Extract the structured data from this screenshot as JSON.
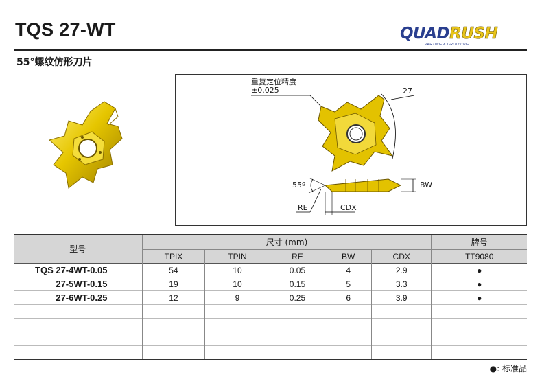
{
  "header": {
    "title": "TQS 27-WT",
    "subtitle": "55°螺纹仿形刀片",
    "logo_part1": "QUAD",
    "logo_part2": "RUSH",
    "logo_tagline": "PARTING & GROOVING"
  },
  "diagram": {
    "accuracy_label": "重复定位精度",
    "accuracy_value": "±0.025",
    "size_label": "27",
    "angle_label": "55º",
    "bw_label": "BW",
    "re_label": "RE",
    "cdx_label": "CDX"
  },
  "table": {
    "model_header": "型号",
    "size_header": "尺寸 (mm)",
    "grade_header": "牌号",
    "columns": [
      "TPIX",
      "TPIN",
      "RE",
      "BW",
      "CDX"
    ],
    "grade_column": "TT9080",
    "rows": [
      {
        "model": "TQS 27-4WT-0.05",
        "values": [
          "54",
          "10",
          "0.05",
          "4",
          "2.9"
        ],
        "grade": "●"
      },
      {
        "model": "27-5WT-0.15",
        "values": [
          "19",
          "10",
          "0.15",
          "5",
          "3.3"
        ],
        "grade": "●"
      },
      {
        "model": "27-6WT-0.25",
        "values": [
          "12",
          "9",
          "0.25",
          "6",
          "3.9"
        ],
        "grade": "●"
      }
    ]
  },
  "legend": "●: 标准品",
  "colors": {
    "insert_gold": "#e3c200",
    "logo_blue": "#2a3f8f",
    "header_gray": "#d6d6d6"
  }
}
